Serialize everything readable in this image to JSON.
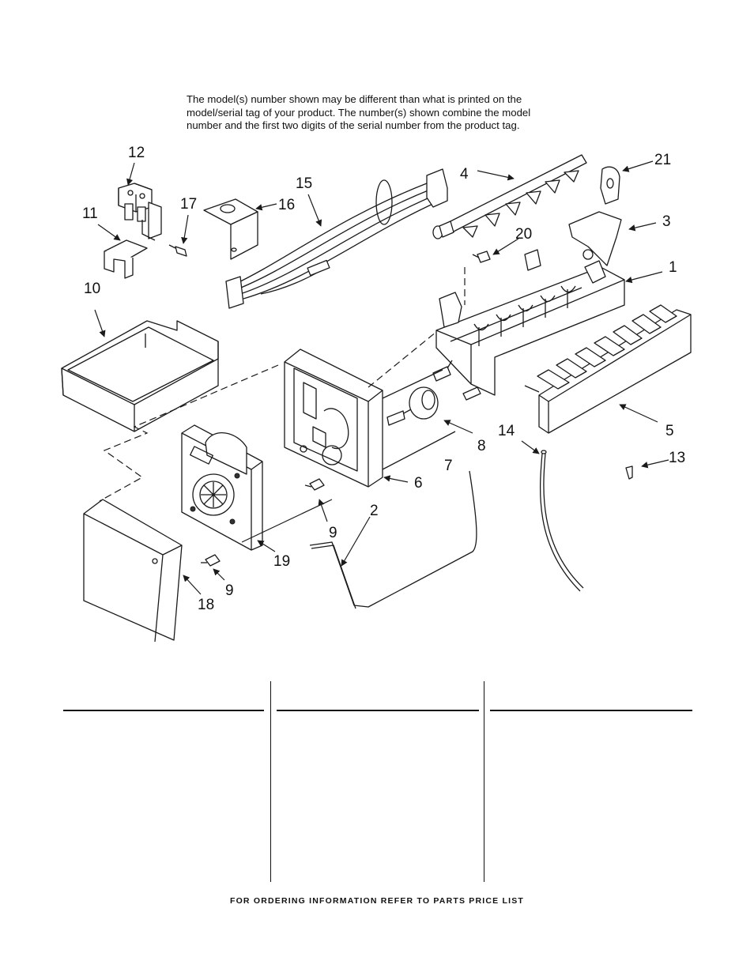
{
  "notice": {
    "line1": "The model(s) number shown may be different than what is printed on the",
    "line2": "model/serial tag of your product. The number(s) shown combine the model",
    "line3": "number and the first two digits of the serial number from the product tag."
  },
  "callouts": [
    "1",
    "2",
    "3",
    "4",
    "5",
    "6",
    "7",
    "8",
    "9",
    "9",
    "10",
    "11",
    "12",
    "13",
    "14",
    "15",
    "16",
    "17",
    "18",
    "19",
    "20",
    "21"
  ],
  "footer": "FOR ORDERING INFORMATION REFER TO PARTS PRICE LIST",
  "colors": {
    "ink": "#1a1a1a",
    "background": "#ffffff"
  }
}
